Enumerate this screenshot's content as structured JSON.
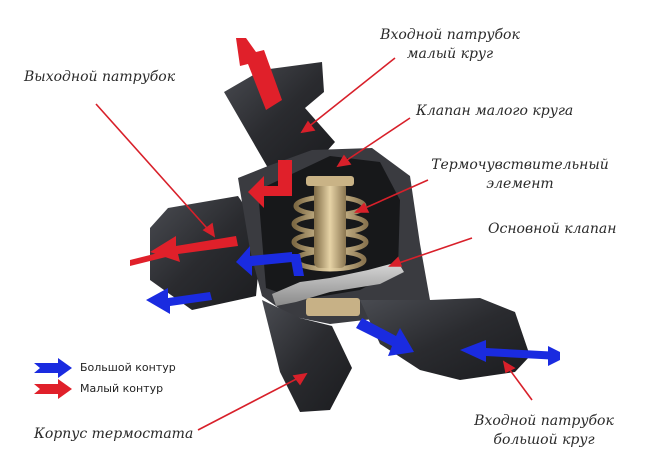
{
  "labels": {
    "inlet_small": [
      "Входной патрубок",
      "малый круг"
    ],
    "outlet": "Выходной патрубок",
    "small_valve": "Клапан малого круга",
    "thermo_element": [
      "Термочувствительный",
      "элемент"
    ],
    "main_valve": "Основной клапан",
    "housing": "Корпус термостата",
    "inlet_large": [
      "Входной патрубок",
      "большой круг"
    ]
  },
  "legend": {
    "large_circuit": "Большой контур",
    "small_circuit": "Малый контур"
  },
  "colors": {
    "large_circuit": "#1a2be0",
    "small_circuit": "#e0202a",
    "leader": "#d8202a",
    "body": "#2c2d30",
    "metal": "#b9a27a"
  }
}
